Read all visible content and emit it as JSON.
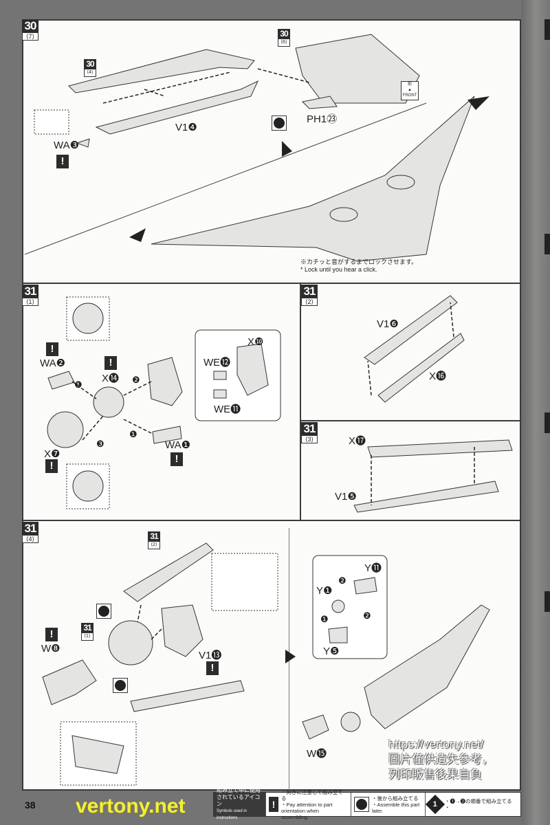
{
  "page_number": "38",
  "step30": {
    "badge": {
      "num": "30",
      "sub": "⟨7⟩"
    },
    "ref_badges": [
      {
        "num": "30",
        "sub": "⟨4⟩"
      },
      {
        "num": "30",
        "sub": "⟨6⟩"
      }
    ],
    "labels": {
      "v1": "V1❹",
      "wa": "WA❸",
      "ph1": "PH1㉓"
    },
    "front_icon": {
      "jp": "前",
      "en": "FRONT"
    },
    "note_jp": "※カチッと音がするまでロックさせます。",
    "note_en": "* Lock until you hear a click."
  },
  "step31_1": {
    "badge": {
      "num": "31",
      "sub": "⟨1⟩"
    },
    "labels": {
      "wa2": "WA❷",
      "x14": "X⓮",
      "x10": "X❿",
      "we12": "WE⓬",
      "we11": "WE⓫",
      "wa1": "WA❶",
      "x7": "X❼"
    },
    "order_marks": [
      "❶",
      "❷",
      "❶",
      "❸"
    ]
  },
  "step31_2": {
    "badge": {
      "num": "31",
      "sub": "⟨2⟩"
    },
    "labels": {
      "v16": "V1❻",
      "x16": "X⓰"
    }
  },
  "step31_3": {
    "badge": {
      "num": "31",
      "sub": "⟨3⟩"
    },
    "labels": {
      "x17": "X⓱",
      "v15": "V1❺"
    }
  },
  "step31_4": {
    "badge": {
      "num": "31",
      "sub": "⟨4⟩"
    },
    "ref_badges": [
      {
        "num": "31",
        "sub": "⟨2⟩"
      },
      {
        "num": "31",
        "sub": "⟨1⟩"
      }
    ],
    "labels": {
      "v113": "V1⓭",
      "w8": "W❽",
      "y11": "Y⓫",
      "y1": "Y❶",
      "y5": "Y❺",
      "w15": "W⓯"
    },
    "order_marks": [
      "❷",
      "❶",
      "❷"
    ]
  },
  "legend": {
    "title_jp": "組み立て中に使用されているアイコン",
    "title_en": "Symbols used in instructions",
    "items": [
      {
        "icon": "exclamation-icon",
        "jp": "・向きに注意して組み立てる",
        "en": "・Pay attention to part orientation when assembling."
      },
      {
        "icon": "assemble-later-icon",
        "jp": "・後から組み立てる",
        "en": "・Assemble this part later."
      },
      {
        "icon": "order-diamond-icon",
        "jp": "・❶→❷の順番で組み立てる",
        "en": "・"
      }
    ]
  },
  "watermark": {
    "url": "https://vertony.net/",
    "line1": "圖片僅供遺失參考，",
    "line2": "列印販售後果自負",
    "site": "vertony.net"
  },
  "colors": {
    "frame": "#747474",
    "paper": "#fbfbf9",
    "ink": "#2c2c2c",
    "watermark_yellow": "#f2ef3c"
  }
}
